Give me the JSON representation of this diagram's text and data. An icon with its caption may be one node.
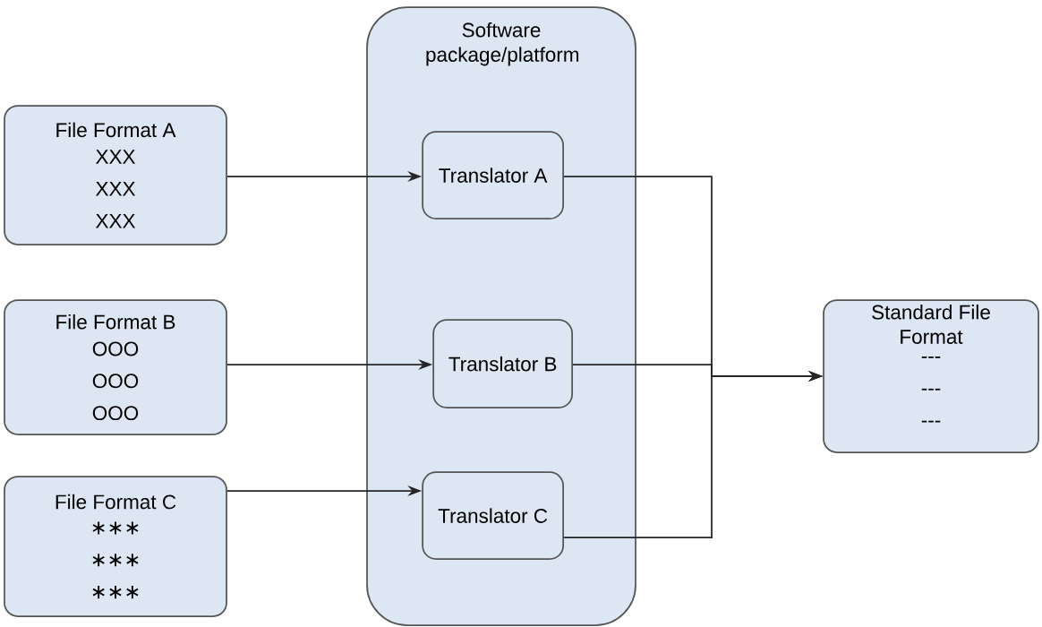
{
  "diagram": {
    "nodes": [
      {
        "text": [
          "File Format A",
          "XXX XXX XXX"
        ]
      },
      {
        "text": [
          "File Format B",
          "OOO OOO OOO"
        ]
      },
      {
        "text": [
          "File Format C",
          "∗∗∗ ∗∗∗ ∗∗∗"
        ]
      },
      {
        "text": [
          "Software package/platform"
        ]
      },
      {
        "text": [
          "Translator A"
        ],
        "in": 3
      },
      {
        "text": [
          "Translator B"
        ],
        "in": 3
      },
      {
        "text": [
          "Translator C"
        ],
        "in": 3
      },
      {
        "text": [
          "Standard File Format",
          "--- --- ---"
        ]
      }
    ],
    "edges": [
      {
        "from": 0,
        "to": 4,
        "arrow": "to"
      },
      {
        "from": 1,
        "to": 5,
        "arrow": "to"
      },
      {
        "from": 2,
        "to": 6,
        "arrow": "to"
      },
      {
        "from": 4,
        "to": 7,
        "arrow": "to"
      },
      {
        "from": 5,
        "to": 7,
        "arrow": "to"
      },
      {
        "from": 6,
        "to": 7,
        "arrow": "to"
      }
    ]
  }
}
